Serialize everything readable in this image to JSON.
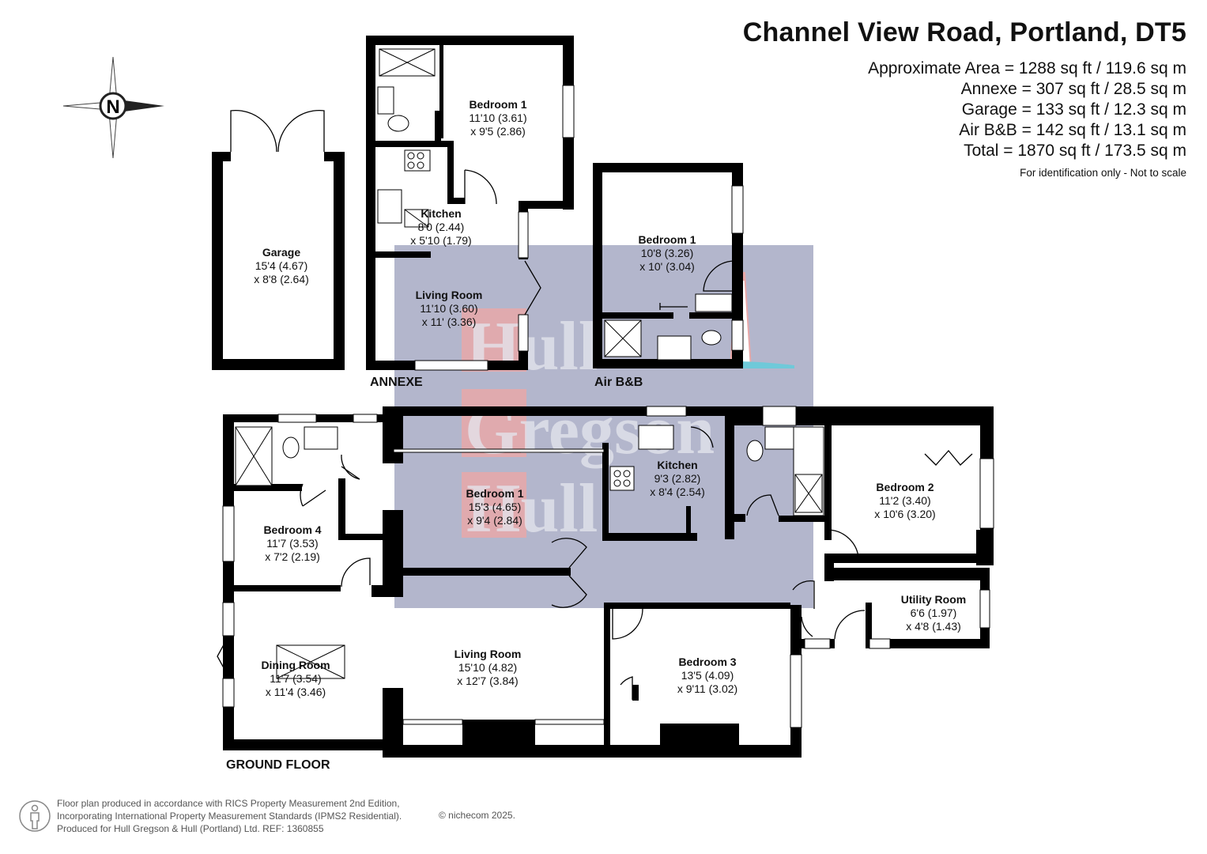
{
  "header": {
    "title": "Channel View Road, Portland, DT5",
    "areas": [
      "Approximate Area = 1288 sq ft / 119.6 sq m",
      "Annexe = 307 sq ft / 28.5 sq m",
      "Garage = 133 sq ft / 12.3 sq m",
      "Air B&B = 142 sq ft / 13.1 sq m",
      "Total = 1870 sq ft / 173.5 sq m"
    ],
    "note": "For identification only - Not to scale"
  },
  "compass": {
    "letter": "N",
    "icon": "compass-icon"
  },
  "watermark": {
    "words": [
      "Hull",
      "Gregson",
      "Hull"
    ],
    "color": "#b3b6cc"
  },
  "floors": {
    "annexe": "ANNEXE",
    "airbnb": "Air B&B",
    "ground": "GROUND FLOOR"
  },
  "rooms": {
    "garage": {
      "name": "Garage",
      "d1": "15'4 (4.67)",
      "d2": "x 8'8 (2.64)"
    },
    "annexe_bed1": {
      "name": "Bedroom 1",
      "d1": "11'10 (3.61)",
      "d2": "x 9'5 (2.86)"
    },
    "annexe_kitchen": {
      "name": "Kitchen",
      "d1": "8'0 (2.44)",
      "d2": "x 5'10 (1.79)"
    },
    "annexe_living": {
      "name": "Living Room",
      "d1": "11'10 (3.60)",
      "d2": "x 11' (3.36)"
    },
    "airbnb_bed1": {
      "name": "Bedroom 1",
      "d1": "10'8 (3.26)",
      "d2": "x 10' (3.04)"
    },
    "gf_bed1": {
      "name": "Bedroom 1",
      "d1": "15'3 (4.65)",
      "d2": "x 9'4 (2.84)"
    },
    "gf_kitchen": {
      "name": "Kitchen",
      "d1": "9'3 (2.82)",
      "d2": "x 8'4 (2.54)"
    },
    "gf_bed2": {
      "name": "Bedroom 2",
      "d1": "11'2 (3.40)",
      "d2": "x 10'6 (3.20)"
    },
    "gf_bed4": {
      "name": "Bedroom 4",
      "d1": "11'7 (3.53)",
      "d2": "x 7'2 (2.19)"
    },
    "gf_utility": {
      "name": "Utility Room",
      "d1": "6'6 (1.97)",
      "d2": "x 4'8 (1.43)"
    },
    "gf_dining": {
      "name": "Dining Room",
      "d1": "11'7 (3.54)",
      "d2": "x 11'4 (3.46)"
    },
    "gf_living": {
      "name": "Living Room",
      "d1": "15'10 (4.82)",
      "d2": "x 12'7 (3.84)"
    },
    "gf_bed3": {
      "name": "Bedroom 3",
      "d1": "13'5 (4.09)",
      "d2": "x 9'11 (3.02)"
    }
  },
  "footer": {
    "lines": [
      "Floor plan produced in accordance with RICS Property Measurement 2nd Edition,",
      "Incorporating International Property Measurement Standards (IPMS2 Residential).",
      "Produced for Hull Gregson & Hull (Portland) Ltd.   REF: 1360855"
    ],
    "copyright": "© nichecom 2025."
  },
  "colors": {
    "wall": "#000000",
    "watermark_panel": "#b3b6cc",
    "accent_red": "#e8a8a8"
  }
}
